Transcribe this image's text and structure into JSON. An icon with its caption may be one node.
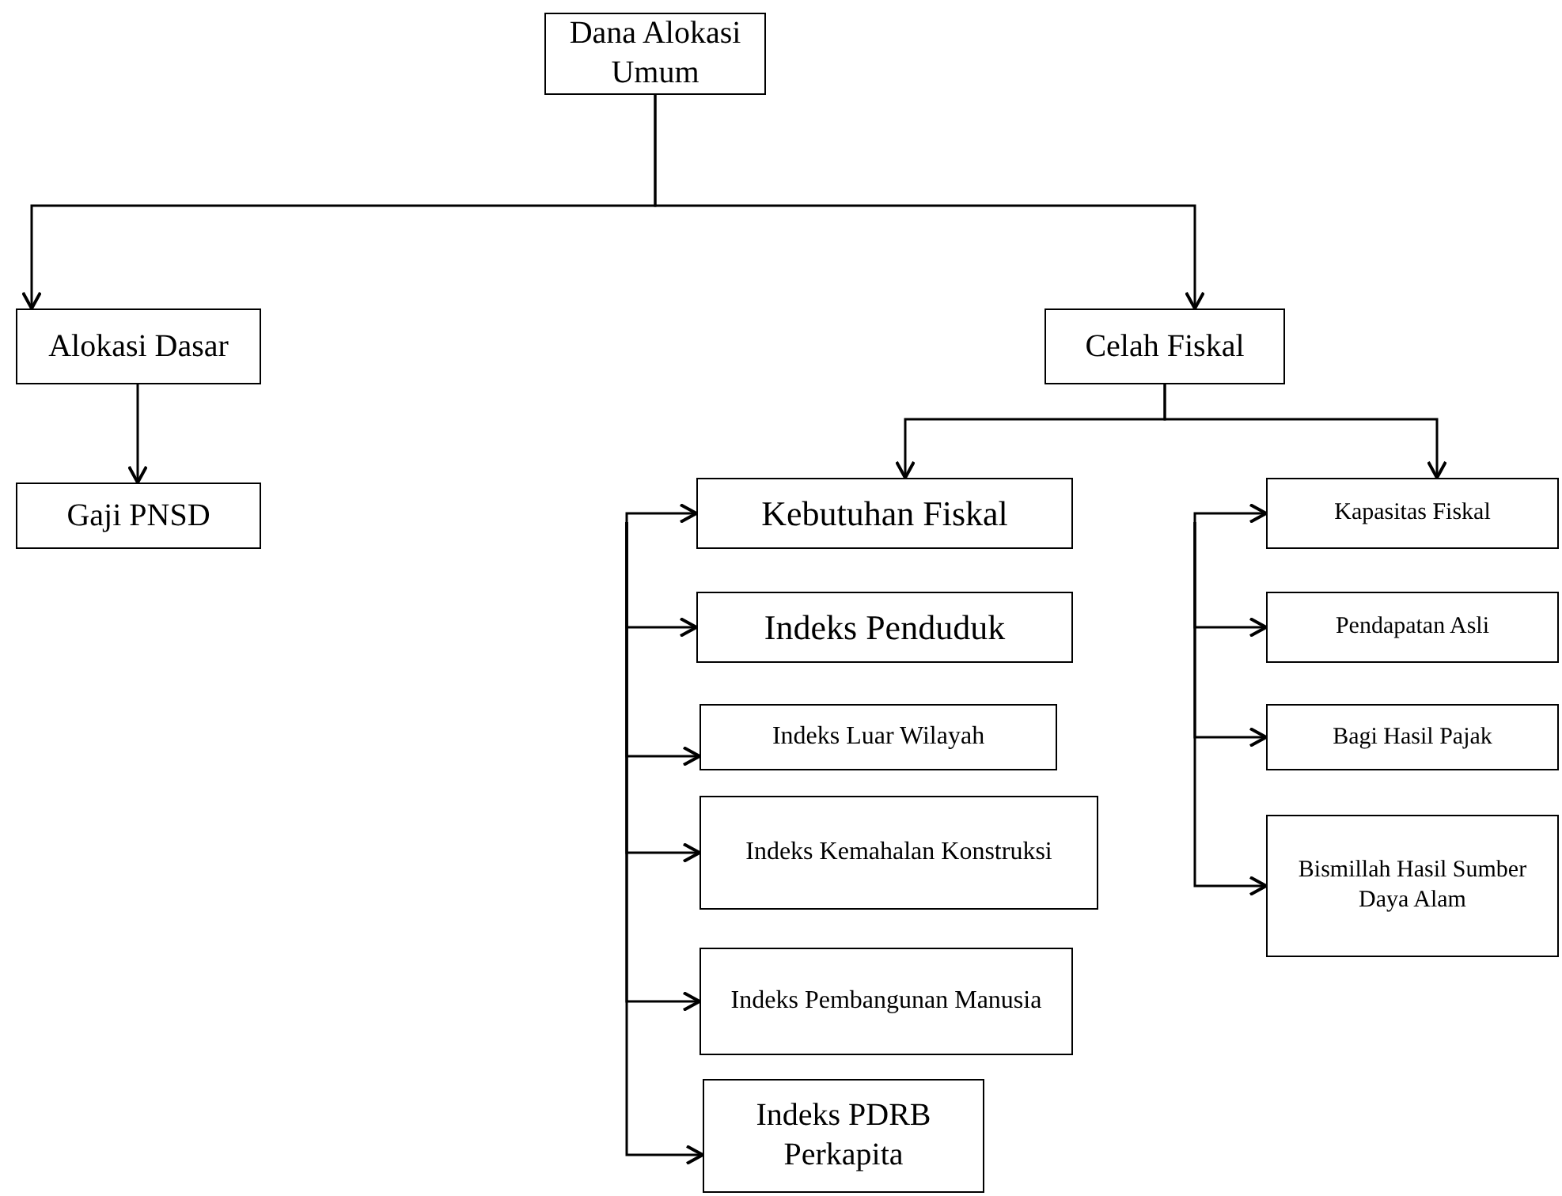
{
  "diagram": {
    "nodes": [
      {
        "text": [
          "Dana Alokasi Umum"
        ]
      },
      {
        "text": [
          "Alokasi Dasar"
        ]
      },
      {
        "text": [
          "Celah Fiskal"
        ]
      },
      {
        "text": [
          "Gaji PNSD"
        ]
      },
      {
        "text": [
          "Kebutuhan Fiskal"
        ]
      },
      {
        "text": [
          "Indeks Penduduk"
        ]
      },
      {
        "text": [
          "Indeks Luar Wilayah"
        ]
      },
      {
        "text": [
          "Indeks Kemahalan Konstruksi"
        ]
      },
      {
        "text": [
          "Indeks Pembangunan Manusia"
        ]
      },
      {
        "text": [
          "Indeks PDRB Perkapita"
        ]
      },
      {
        "text": [
          "Kapasitas Fiskal"
        ]
      },
      {
        "text": [
          "Pendapatan Asli"
        ]
      },
      {
        "text": [
          "Bagi Hasil Pajak"
        ]
      },
      {
        "text": [
          "Bismillah Hasil Sumber Daya Alam"
        ]
      }
    ],
    "edges": [
      {
        "from": 0,
        "to": 1,
        "arrow": "to"
      },
      {
        "from": 0,
        "to": 2,
        "arrow": "to"
      },
      {
        "from": 1,
        "to": 3,
        "arrow": "to"
      },
      {
        "from": 2,
        "to": 4,
        "arrow": "to"
      },
      {
        "from": 2,
        "to": 10,
        "arrow": "to"
      },
      {
        "from": null,
        "to": 4,
        "arrow": "to"
      },
      {
        "from": null,
        "to": 5,
        "arrow": "to"
      },
      {
        "from": null,
        "to": 6,
        "arrow": "to"
      },
      {
        "from": null,
        "to": 7,
        "arrow": "to"
      },
      {
        "from": null,
        "to": 8,
        "arrow": "to"
      },
      {
        "from": null,
        "to": 9,
        "arrow": "to"
      },
      {
        "from": null,
        "to": 10,
        "arrow": "to"
      },
      {
        "from": null,
        "to": 11,
        "arrow": "to"
      },
      {
        "from": null,
        "to": 12,
        "arrow": "to"
      },
      {
        "from": null,
        "to": 13,
        "arrow": "to"
      }
    ]
  }
}
